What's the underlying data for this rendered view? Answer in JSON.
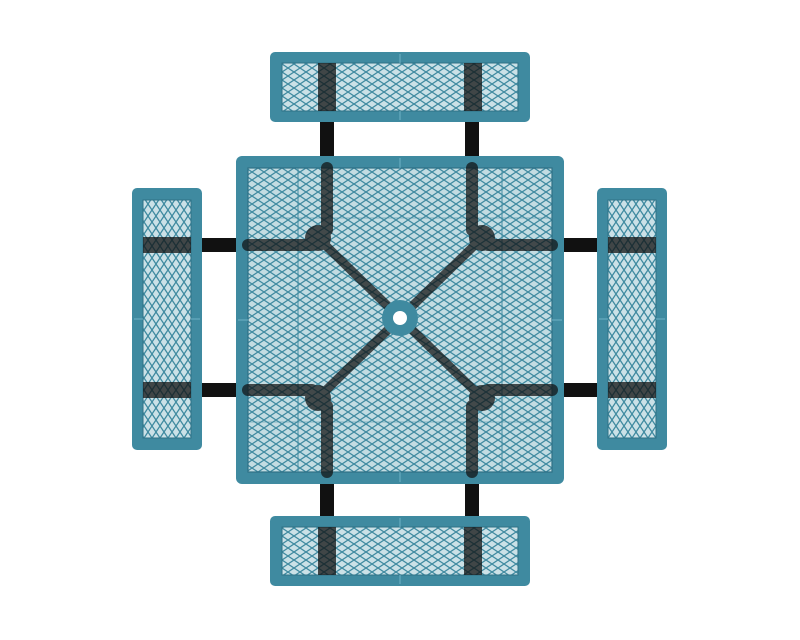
{
  "image": {
    "subject": "square-picnic-table-top-view",
    "parts": [
      "table-top",
      "bench-top",
      "bench-bottom",
      "bench-left",
      "bench-right",
      "umbrella-hole",
      "support-frame"
    ]
  },
  "colors": {
    "background": "#ffffff",
    "frame": "#3f8aa0",
    "frame_dark": "#2f7186",
    "frame_light": "#6fb2c6",
    "mesh_fill": "#e4f0f3",
    "mesh_line": "#3f8aa0",
    "steel": "#111111"
  }
}
